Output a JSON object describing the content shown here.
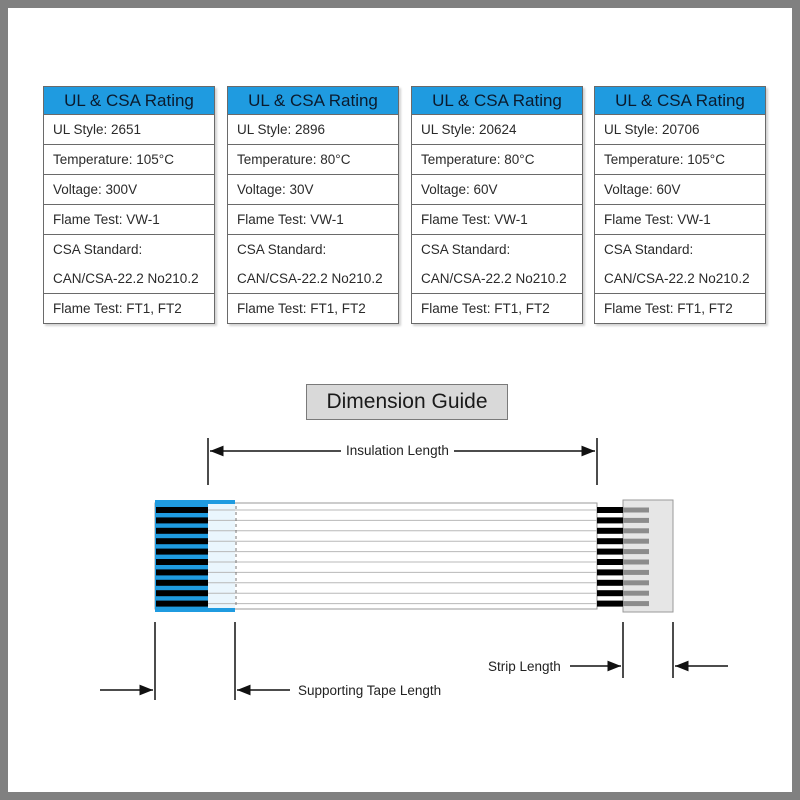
{
  "ratings": [
    {
      "header": "UL & CSA Rating",
      "style": "UL Style: 2651",
      "temperature": "Temperature: 105°C",
      "voltage": "Voltage: 300V",
      "flame_test_ul": "Flame Test: VW-1",
      "csa_label": "CSA Standard:",
      "csa_value": "CAN/CSA-22.2 No210.2",
      "flame_test_csa": "Flame Test: FT1, FT2"
    },
    {
      "header": "UL & CSA Rating",
      "style": "UL Style: 2896",
      "temperature": "Temperature: 80°C",
      "voltage": "Voltage: 30V",
      "flame_test_ul": "Flame Test: VW-1",
      "csa_label": "CSA Standard:",
      "csa_value": "CAN/CSA-22.2 No210.2",
      "flame_test_csa": "Flame Test: FT1, FT2"
    },
    {
      "header": "UL & CSA Rating",
      "style": "UL Style: 20624",
      "temperature": "Temperature: 80°C",
      "voltage": "Voltage: 60V",
      "flame_test_ul": "Flame Test: VW-1",
      "csa_label": "CSA Standard:",
      "csa_value": "CAN/CSA-22.2 No210.2",
      "flame_test_csa": "Flame Test: FT1, FT2"
    },
    {
      "header": "UL & CSA Rating",
      "style": "UL Style: 20706",
      "temperature": "Temperature: 105°C",
      "voltage": "Voltage: 60V",
      "flame_test_ul": "Flame Test: VW-1",
      "csa_label": "CSA Standard:",
      "csa_value": "CAN/CSA-22.2 No210.2",
      "flame_test_csa": "Flame Test: FT1, FT2"
    }
  ],
  "guide": {
    "title": "Dimension Guide",
    "insulation_length": "Insulation Length",
    "supporting_tape_length": "Supporting Tape Length",
    "strip_length": "Strip Length"
  },
  "colors": {
    "header_blue": "#1f9be0",
    "tape_blue": "#1f9be0",
    "conductor_black": "#000000",
    "frame_gray": "#808080",
    "title_box_gray": "#d9d9d9"
  }
}
